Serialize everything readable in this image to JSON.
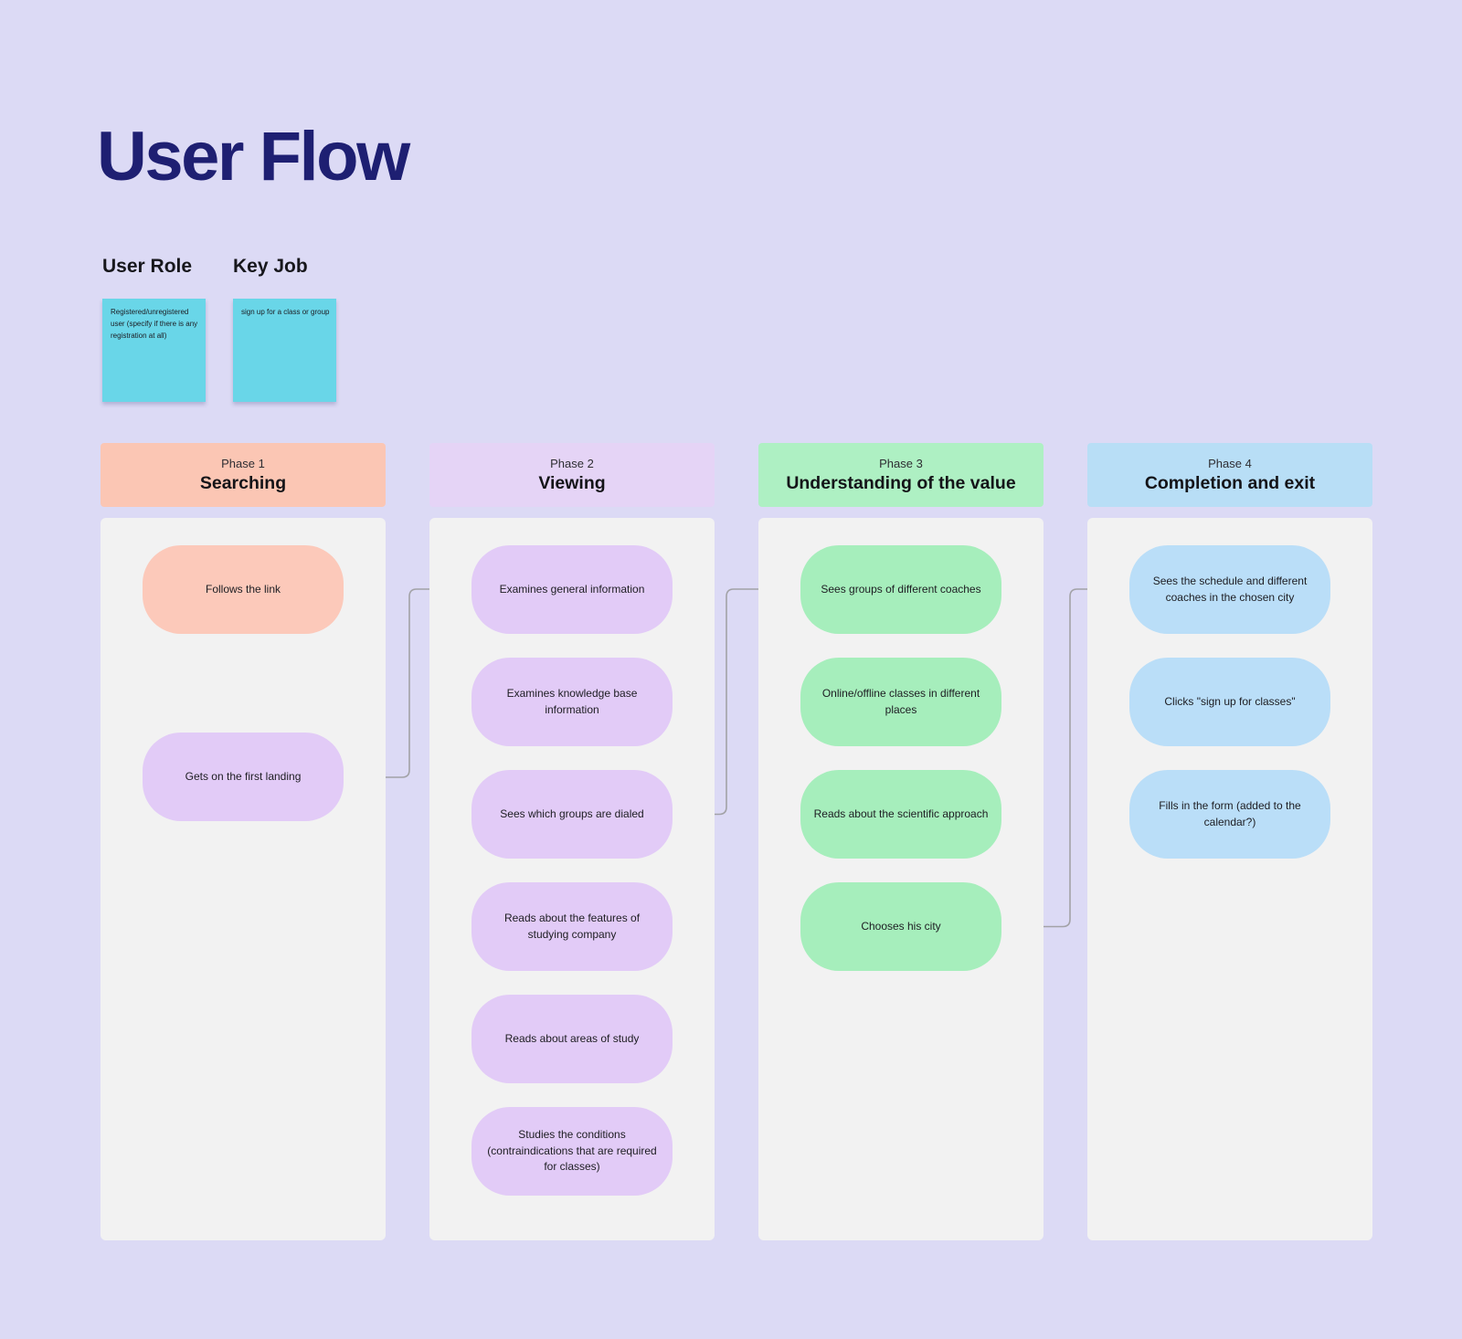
{
  "title": "User Flow",
  "meta": [
    {
      "label": "User Role",
      "note": "Registered/unregistered user (specify if there is any registration at all)"
    },
    {
      "label": "Key Job",
      "note": "sign up for a class or group"
    }
  ],
  "colors": {
    "background": "#dcdaf5",
    "title_text": "#1e1f72",
    "sticky_note": "#69d6e8",
    "column_body": "#f2f2f2",
    "connector": "#a2a2a6",
    "phase1_accent": "#fbc6b4",
    "phase2_accent": "#e5d4f6",
    "phase3_accent": "#aef0c3",
    "phase4_accent": "#b8def6"
  },
  "phases": [
    {
      "phase_label": "Phase 1",
      "name": "Searching",
      "header_color": "#fbc6b4",
      "nodes": [
        {
          "text": "Follows the link",
          "color": "#fcc9ba"
        },
        {
          "text": "Gets on the first landing",
          "color": "#e2cbf7"
        }
      ]
    },
    {
      "phase_label": "Phase 2",
      "name": "Viewing",
      "header_color": "#e5d4f6",
      "nodes": [
        {
          "text": "Examines general information",
          "color": "#e2cbf7"
        },
        {
          "text": "Examines knowledge base information",
          "color": "#e2cbf7"
        },
        {
          "text": "Sees which groups are dialed",
          "color": "#e2cbf7"
        },
        {
          "text": "Reads about the features of studying company",
          "color": "#e2cbf7"
        },
        {
          "text": "Reads about areas of study",
          "color": "#e2cbf7"
        },
        {
          "text": "Studies the conditions (contraindications that are required for classes)",
          "color": "#e2cbf7"
        }
      ]
    },
    {
      "phase_label": "Phase 3",
      "name": "Understanding of the value",
      "header_color": "#aef0c3",
      "nodes": [
        {
          "text": "Sees groups of different coaches",
          "color": "#a6eebc"
        },
        {
          "text": "Online/offline classes in different places",
          "color": "#a6eebc"
        },
        {
          "text": "Reads about the scientific approach",
          "color": "#a6eebc"
        },
        {
          "text": "Chooses his city",
          "color": "#a6eebc"
        }
      ]
    },
    {
      "phase_label": "Phase 4",
      "name": "Completion and exit",
      "header_color": "#b8def6",
      "nodes": [
        {
          "text": "Sees the schedule and different coaches in the chosen city",
          "color": "#badef8"
        },
        {
          "text": "Clicks \"sign up for classes\"",
          "color": "#badef8"
        },
        {
          "text": "Fills in the form (added to the calendar?)",
          "color": "#badef8"
        }
      ]
    }
  ]
}
